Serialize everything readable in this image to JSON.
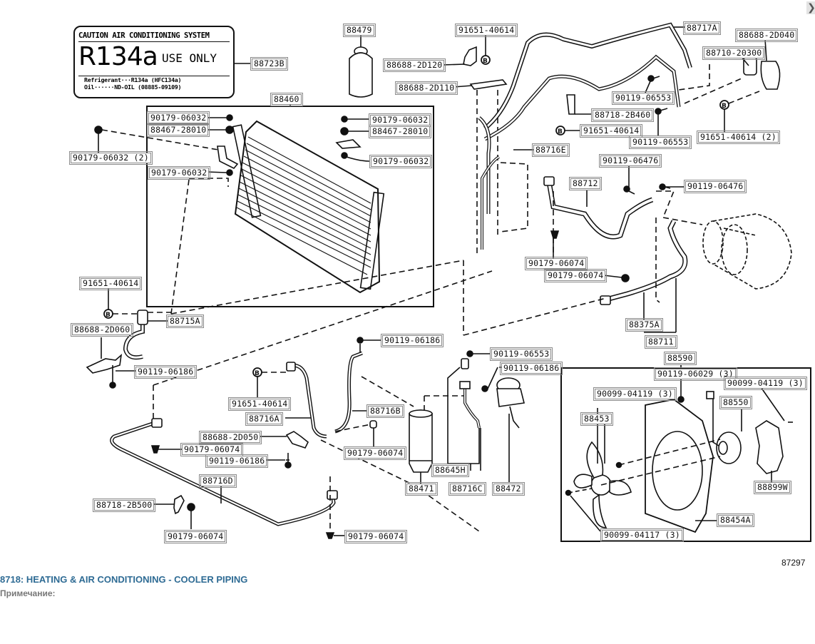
{
  "caution_label": {
    "heading": "CAUTION  AIR CONDITIONING SYSTEM",
    "refrigerant_big": "R134a",
    "use_only": "USE ONLY",
    "refrigerant_line": "Refrigerant···R134a (HFC134a)",
    "oil_line": "Oil······ND-OIL (08885-09109)"
  },
  "parts": [
    {
      "id": "p-88723B",
      "text": "88723B"
    },
    {
      "id": "p-88479",
      "text": "88479"
    },
    {
      "id": "p-91651-40614-top",
      "text": "91651-40614"
    },
    {
      "id": "p-88688-2D120",
      "text": "88688-2D120"
    },
    {
      "id": "p-88688-2D110",
      "text": "88688-2D110"
    },
    {
      "id": "p-88717A",
      "text": "88717A"
    },
    {
      "id": "p-88688-2D040",
      "text": "88688-2D040"
    },
    {
      "id": "p-88710-20300",
      "text": "88710-20300"
    },
    {
      "id": "p-90119-06553-a",
      "text": "90119-06553"
    },
    {
      "id": "p-88718-2B460",
      "text": "88718-2B460"
    },
    {
      "id": "p-91651-40614-mid",
      "text": "91651-40614"
    },
    {
      "id": "p-90119-06553-b",
      "text": "90119-06553"
    },
    {
      "id": "p-91651-40614-2",
      "text": "91651-40614 (2)"
    },
    {
      "id": "p-88460",
      "text": "88460"
    },
    {
      "id": "p-90179-06032-a",
      "text": "90179-06032"
    },
    {
      "id": "p-88467-28010-a",
      "text": "88467-28010"
    },
    {
      "id": "p-90179-06032-b",
      "text": "90179-06032"
    },
    {
      "id": "p-88467-28010-b",
      "text": "88467-28010"
    },
    {
      "id": "p-90179-06032-c",
      "text": "90179-06032"
    },
    {
      "id": "p-90179-06032-d",
      "text": "90179-06032"
    },
    {
      "id": "p-90179-06032-2",
      "text": "90179-06032 (2)"
    },
    {
      "id": "p-88716E",
      "text": "88716E"
    },
    {
      "id": "p-90119-06476-a",
      "text": "90119-06476"
    },
    {
      "id": "p-88712",
      "text": "88712"
    },
    {
      "id": "p-90119-06476-b",
      "text": "90119-06476"
    },
    {
      "id": "p-90179-06074-a",
      "text": "90179-06074"
    },
    {
      "id": "p-90179-06074-b",
      "text": "90179-06074"
    },
    {
      "id": "p-88375A",
      "text": "88375A"
    },
    {
      "id": "p-88711",
      "text": "88711"
    },
    {
      "id": "p-91651-40614-left",
      "text": "91651-40614"
    },
    {
      "id": "p-88715A",
      "text": "88715A"
    },
    {
      "id": "p-88688-2D060",
      "text": "88688-2D060"
    },
    {
      "id": "p-90119-06186-a",
      "text": "90119-06186"
    },
    {
      "id": "p-90119-06186-b",
      "text": "90119-06186"
    },
    {
      "id": "p-91651-40614-low",
      "text": "91651-40614"
    },
    {
      "id": "p-88716A",
      "text": "88716A"
    },
    {
      "id": "p-88716B",
      "text": "88716B"
    },
    {
      "id": "p-88688-2D050",
      "text": "88688-2D050"
    },
    {
      "id": "p-90179-06074-c",
      "text": "90179-06074"
    },
    {
      "id": "p-90179-06074-d",
      "text": "90179-06074"
    },
    {
      "id": "p-90119-06186-c",
      "text": "90119-06186"
    },
    {
      "id": "p-88716D",
      "text": "88716D"
    },
    {
      "id": "p-88718-2B500",
      "text": "88718-2B500"
    },
    {
      "id": "p-90179-06074-e",
      "text": "90179-06074"
    },
    {
      "id": "p-90179-06074-f",
      "text": "90179-06074"
    },
    {
      "id": "p-90119-06553-c",
      "text": "90119-06553"
    },
    {
      "id": "p-90119-06186-d",
      "text": "90119-06186"
    },
    {
      "id": "p-88645H",
      "text": "88645H"
    },
    {
      "id": "p-88471",
      "text": "88471"
    },
    {
      "id": "p-88716C",
      "text": "88716C"
    },
    {
      "id": "p-88472",
      "text": "88472"
    },
    {
      "id": "p-88590",
      "text": "88590"
    },
    {
      "id": "p-90119-06029-3",
      "text": "90119-06029 (3)"
    },
    {
      "id": "p-90099-04119-3-a",
      "text": "90099-04119 (3)"
    },
    {
      "id": "p-90099-04119-3-b",
      "text": "90099-04119 (3)"
    },
    {
      "id": "p-88550",
      "text": "88550"
    },
    {
      "id": "p-88453",
      "text": "88453"
    },
    {
      "id": "p-88899W",
      "text": "88899W"
    },
    {
      "id": "p-88454A",
      "text": "88454A"
    },
    {
      "id": "p-90099-04117-3",
      "text": "90099-04117 (3)"
    }
  ],
  "clip_marker": "B",
  "diagram_id": "87297",
  "section_title": "8718: HEATING & AIR CONDITIONING - COOLER PIPING",
  "note_label": "Примечание:",
  "nav": {
    "next_icon": "❯"
  },
  "colors": {
    "title": "#2e6b94",
    "note": "#777777",
    "label_border": "#8a8a8a"
  }
}
